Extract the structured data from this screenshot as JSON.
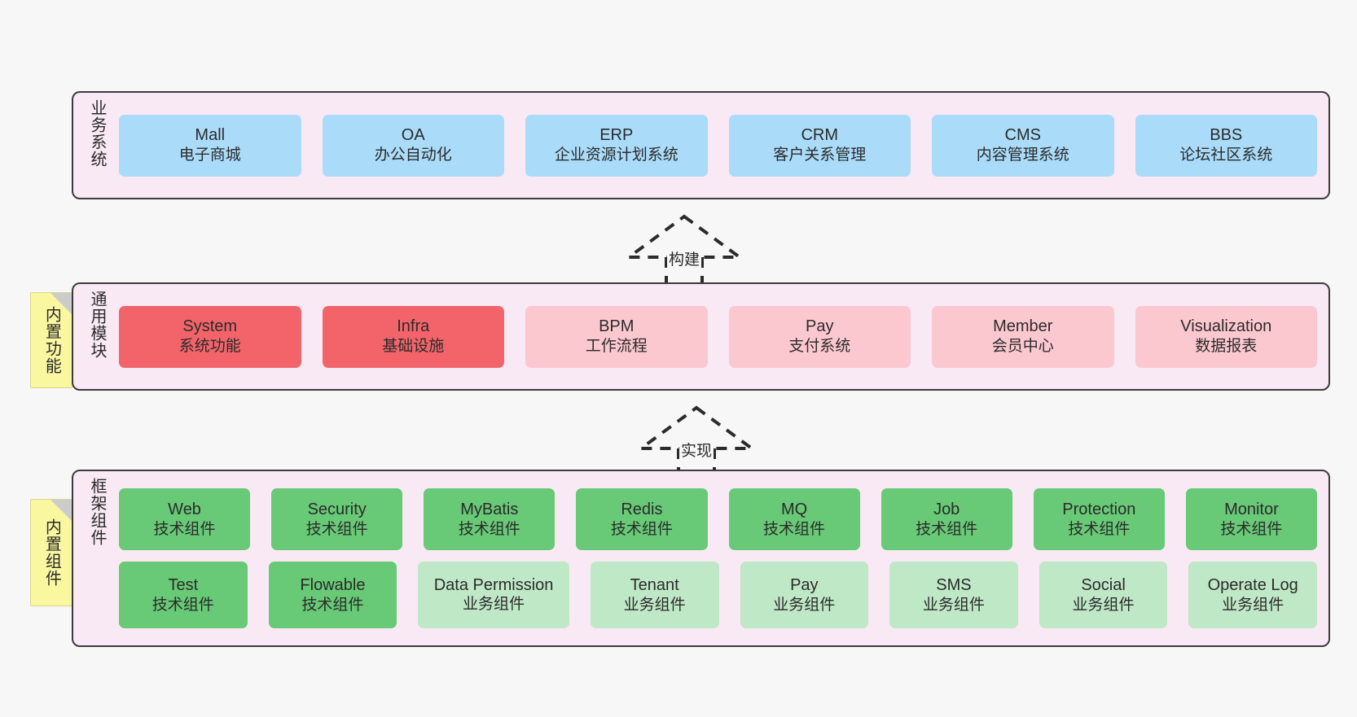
{
  "diagram": {
    "background_color": "#f7f7f7",
    "panel_color": "#f8e9f4",
    "border_color": "#3c3c3c"
  },
  "layers": [
    {
      "id": "business",
      "title": "业务系统",
      "rows": [
        [
          {
            "en": "Mall",
            "cn": "电子商城",
            "color": "#aadcfa",
            "style": "blue"
          },
          {
            "en": "OA",
            "cn": "办公自动化",
            "color": "#aadcfa",
            "style": "blue"
          },
          {
            "en": "ERP",
            "cn": "企业资源计划系统",
            "color": "#aadcfa",
            "style": "blue"
          },
          {
            "en": "CRM",
            "cn": "客户关系管理",
            "color": "#aadcfa",
            "style": "blue"
          },
          {
            "en": "CMS",
            "cn": "内容管理系统",
            "color": "#aadcfa",
            "style": "blue"
          },
          {
            "en": "BBS",
            "cn": "论坛社区系统",
            "color": "#aadcfa",
            "style": "blue"
          }
        ]
      ]
    },
    {
      "id": "common-module",
      "title": "通用模块",
      "sticky": "内置功能",
      "rows": [
        [
          {
            "en": "System",
            "cn": "系统功能",
            "color": "#f2646a",
            "style": "red"
          },
          {
            "en": "Infra",
            "cn": "基础设施",
            "color": "#f2646a",
            "style": "red"
          },
          {
            "en": "BPM",
            "cn": "工作流程",
            "color": "#fcc8cf",
            "style": "pink"
          },
          {
            "en": "Pay",
            "cn": "支付系统",
            "color": "#fcc8cf",
            "style": "pink"
          },
          {
            "en": "Member",
            "cn": "会员中心",
            "color": "#fcc8cf",
            "style": "pink"
          },
          {
            "en": "Visualization",
            "cn": "数据报表",
            "color": "#fcc8cf",
            "style": "pink"
          }
        ]
      ]
    },
    {
      "id": "framework-component",
      "title": "框架组件",
      "sticky": "内置组件",
      "rows": [
        [
          {
            "en": "Web",
            "cn": "技术组件",
            "color": "#68c977",
            "style": "green"
          },
          {
            "en": "Security",
            "cn": "技术组件",
            "color": "#68c977",
            "style": "green"
          },
          {
            "en": "MyBatis",
            "cn": "技术组件",
            "color": "#68c977",
            "style": "green"
          },
          {
            "en": "Redis",
            "cn": "技术组件",
            "color": "#68c977",
            "style": "green"
          },
          {
            "en": "MQ",
            "cn": "技术组件",
            "color": "#68c977",
            "style": "green"
          },
          {
            "en": "Job",
            "cn": "技术组件",
            "color": "#68c977",
            "style": "green"
          },
          {
            "en": "Protection",
            "cn": "技术组件",
            "color": "#68c977",
            "style": "green"
          },
          {
            "en": "Monitor",
            "cn": "技术组件",
            "color": "#68c977",
            "style": "green"
          }
        ],
        [
          {
            "en": "Test",
            "cn": "技术组件",
            "color": "#68c977",
            "style": "green"
          },
          {
            "en": "Flowable",
            "cn": "技术组件",
            "color": "#68c977",
            "style": "green"
          },
          {
            "en": "Data Permission",
            "cn": "业务组件",
            "color": "#bfe8c6",
            "style": "lgreen"
          },
          {
            "en": "Tenant",
            "cn": "业务组件",
            "color": "#bfe8c6",
            "style": "lgreen"
          },
          {
            "en": "Pay",
            "cn": "业务组件",
            "color": "#bfe8c6",
            "style": "lgreen"
          },
          {
            "en": "SMS",
            "cn": "业务组件",
            "color": "#bfe8c6",
            "style": "lgreen"
          },
          {
            "en": "Social",
            "cn": "业务组件",
            "color": "#bfe8c6",
            "style": "lgreen"
          },
          {
            "en": "Operate Log",
            "cn": "业务组件",
            "color": "#bfe8c6",
            "style": "lgreen"
          }
        ]
      ]
    }
  ],
  "connectors": [
    {
      "id": "build",
      "label": "构建"
    },
    {
      "id": "implement",
      "label": "实现"
    }
  ]
}
